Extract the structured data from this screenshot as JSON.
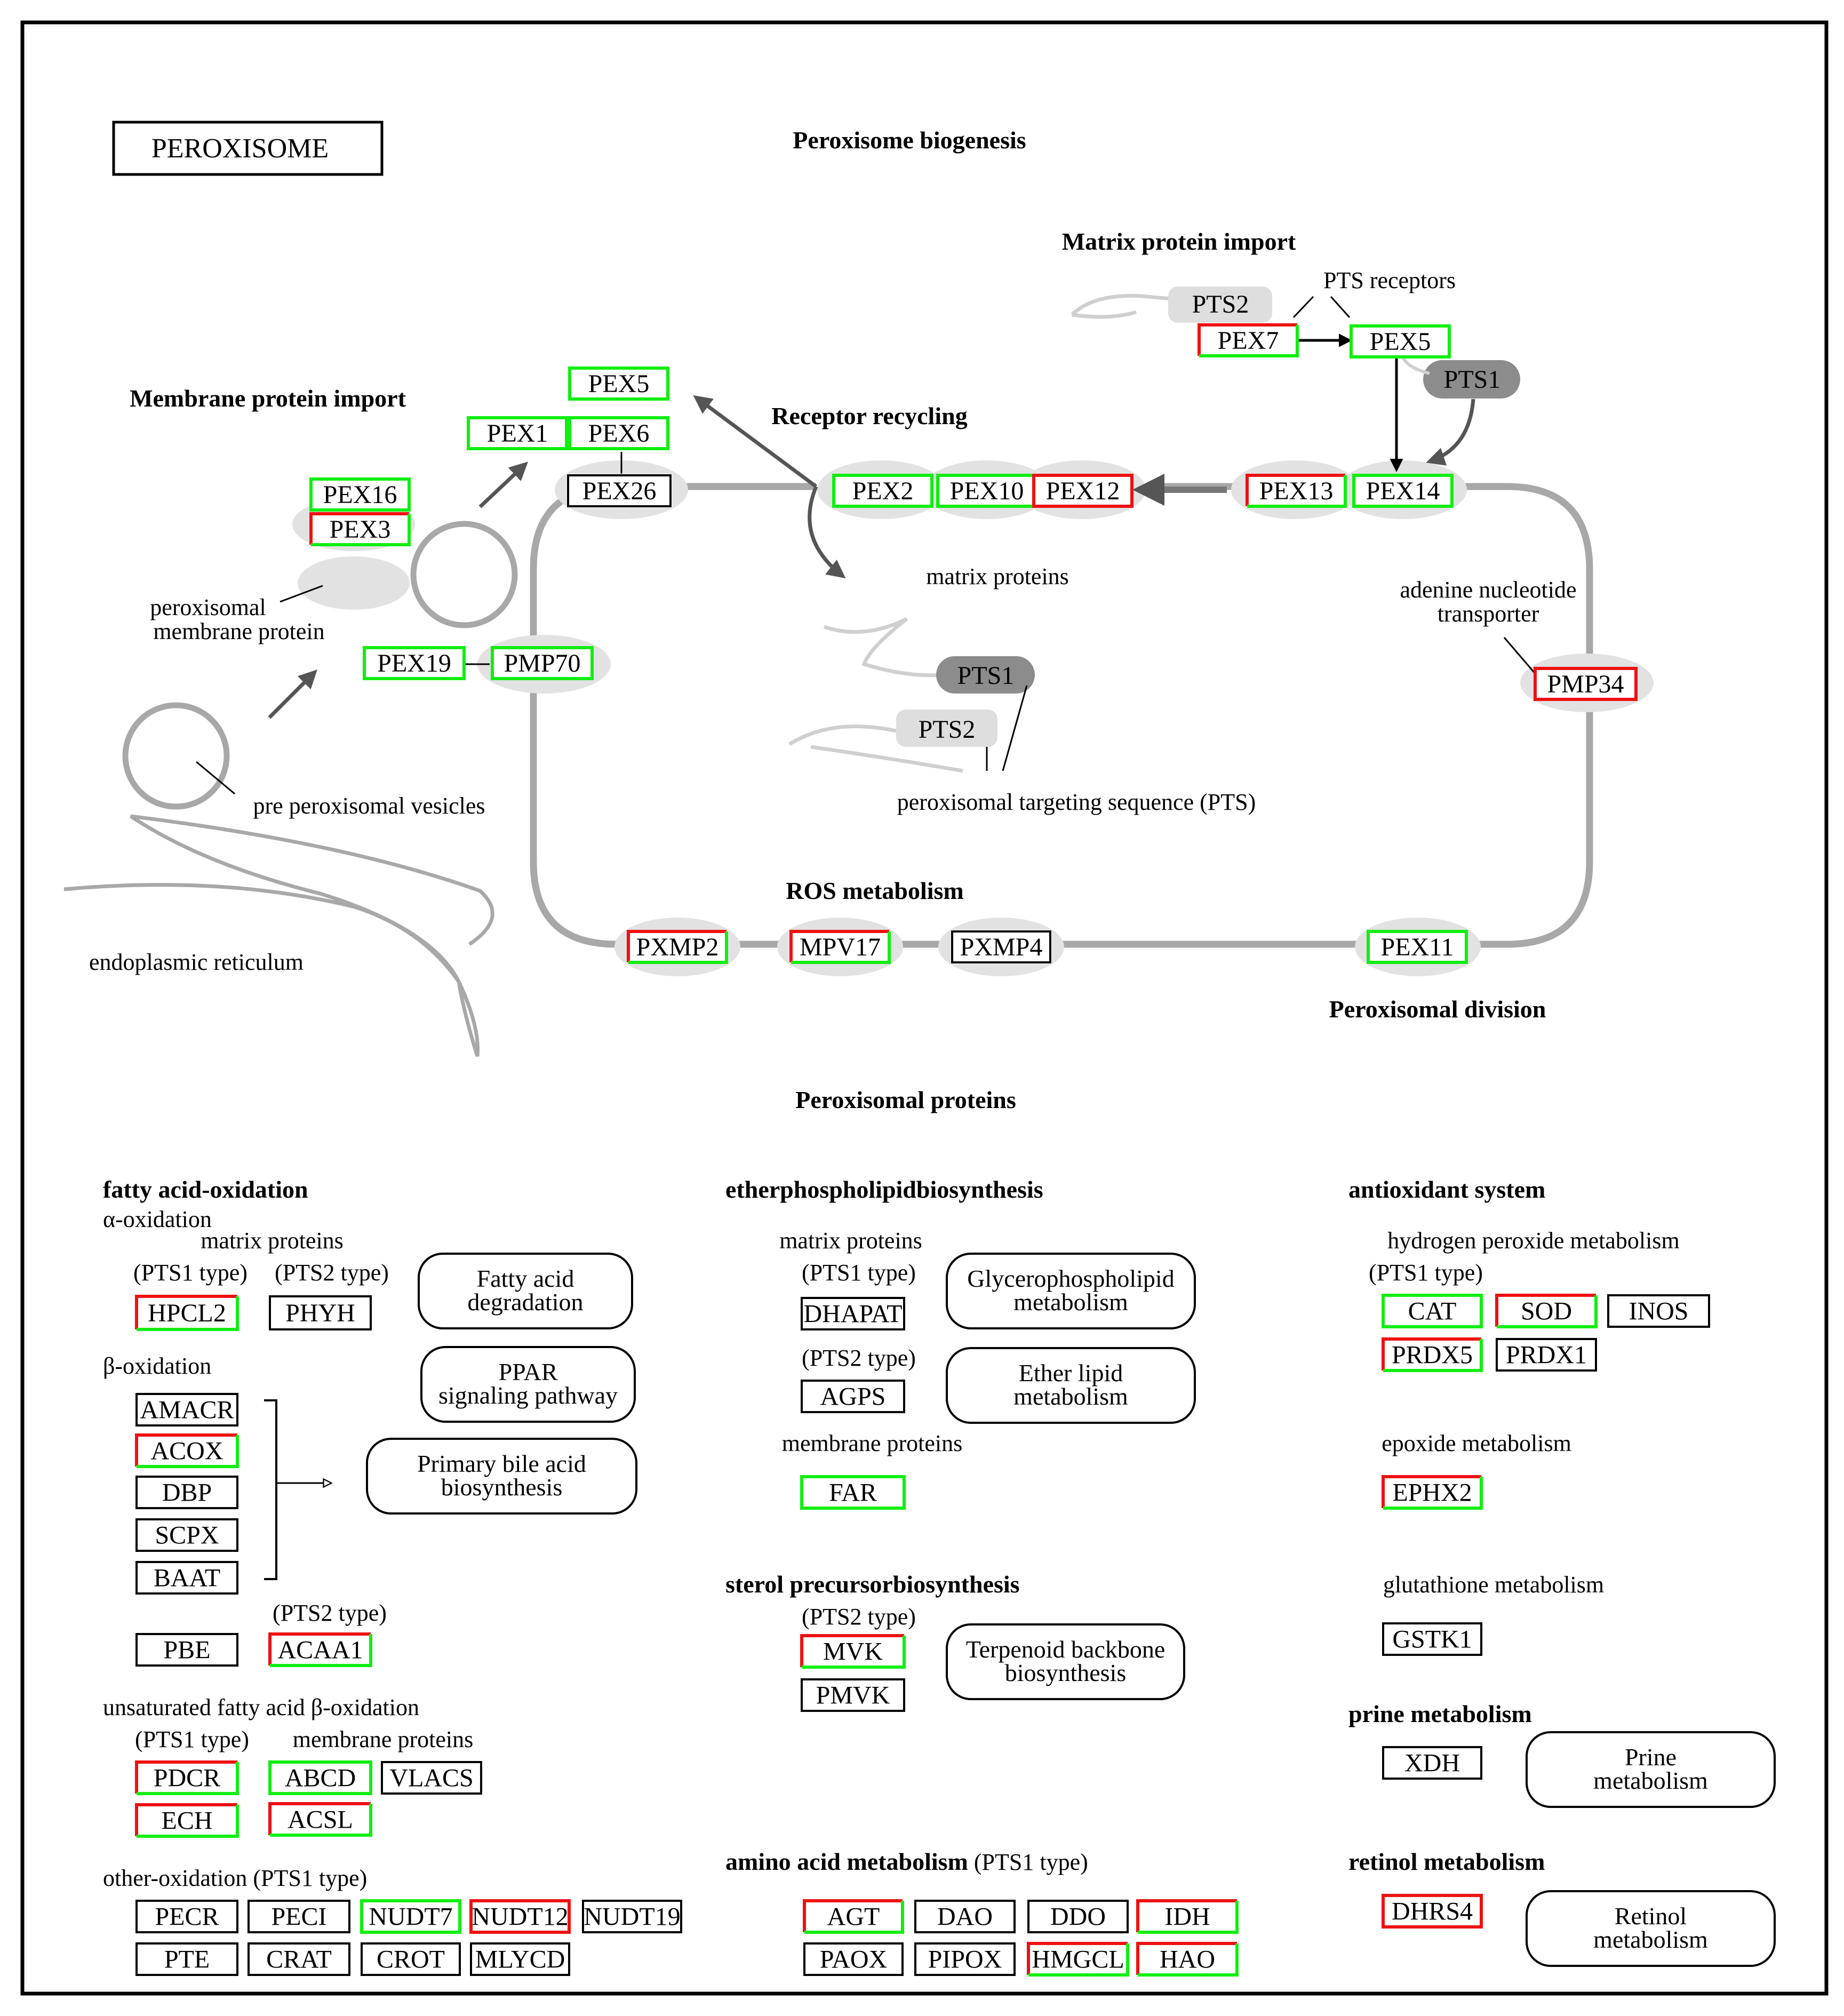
{
  "title": "PEROXISOME",
  "colors": {
    "red": "#ee1111",
    "green": "#11ee11",
    "black": "#000000",
    "membrane": "#a8a8a8",
    "ellipse": "#e2e2e2",
    "pts1": "#8c8c8c",
    "pts2": "#dedede"
  },
  "sections": {
    "biogenesis": "Peroxisome biogenesis",
    "matrix_import": "Matrix protein import",
    "membrane_import": "Membrane protein import",
    "recycling": "Receptor recycling",
    "ros": "ROS metabolism",
    "division": "Peroxisomal division",
    "proteins": "Peroxisomal  proteins"
  },
  "labels": {
    "pts_receptors": "PTS receptors",
    "matrix_proteins": "matrix proteins",
    "adenine_1": "adenine nucleotide",
    "adenine_2": "transporter",
    "pmp_1": "peroxisomal",
    "pmp_2": "membrane protein",
    "pre_vesicles": "pre peroxisomal vesicles",
    "er": "endoplasmic reticulum",
    "pts_seq": "peroxisomal targeting sequence (PTS)",
    "pts1": "PTS1",
    "pts2": "PTS2"
  },
  "diagram_genes": [
    {
      "id": "PEX5a",
      "label": "PEX5",
      "style": "G"
    },
    {
      "id": "PEX1",
      "label": "PEX1",
      "style": "G"
    },
    {
      "id": "PEX6",
      "label": "PEX6",
      "style": "G"
    },
    {
      "id": "PEX26",
      "label": "PEX26",
      "style": "K"
    },
    {
      "id": "PEX16",
      "label": "PEX16",
      "style": "G"
    },
    {
      "id": "PEX3",
      "label": "PEX3",
      "style": "RG"
    },
    {
      "id": "PEX19",
      "label": "PEX19",
      "style": "G"
    },
    {
      "id": "PMP70",
      "label": "PMP70",
      "style": "G"
    },
    {
      "id": "PEX2",
      "label": "PEX2",
      "style": "G"
    },
    {
      "id": "PEX10",
      "label": "PEX10",
      "style": "G"
    },
    {
      "id": "PEX12",
      "label": "PEX12",
      "style": "R"
    },
    {
      "id": "PEX13",
      "label": "PEX13",
      "style": "RG"
    },
    {
      "id": "PEX14",
      "label": "PEX14",
      "style": "G"
    },
    {
      "id": "PEX7",
      "label": "PEX7",
      "style": "RG"
    },
    {
      "id": "PEX5b",
      "label": "PEX5",
      "style": "G"
    },
    {
      "id": "PMP34",
      "label": "PMP34",
      "style": "R"
    },
    {
      "id": "PXMP2",
      "label": "PXMP2",
      "style": "RG"
    },
    {
      "id": "MPV17",
      "label": "MPV17",
      "style": "RG"
    },
    {
      "id": "PXMP4",
      "label": "PXMP4",
      "style": "K"
    },
    {
      "id": "PEX11",
      "label": "PEX11",
      "style": "G"
    }
  ],
  "fatty_acid": {
    "heading": "fatty acid-oxidation",
    "alpha": "α-oxidation",
    "matrix_proteins": "matrix proteins",
    "pts1_type": "(PTS1 type)",
    "pts2_type": "(PTS2 type)",
    "beta": "β-oxidation",
    "pts2_type_b": "(PTS2 type)",
    "unsat": "unsaturated fatty acid β-oxidation",
    "pts1_type_b": "(PTS1 type)",
    "membrane_proteins": "membrane proteins",
    "other": "other-oxidation (PTS1 type)"
  },
  "ether": {
    "heading": "etherphospholipidbiosynthesis",
    "matrix_proteins": "matrix proteins",
    "pts1_type": "(PTS1 type)",
    "pts2_type": "(PTS2 type)",
    "membrane_proteins": "membrane proteins"
  },
  "sterol": {
    "heading": "sterol precursorbiosynthesis",
    "pts2_type": "(PTS2 type)"
  },
  "amino": {
    "heading": "amino acid metabolism",
    "suffix": " (PTS1 type)"
  },
  "antiox": {
    "heading": "antioxidant system",
    "h2o2": "hydrogen peroxide metabolism",
    "pts1_type": "(PTS1 type)",
    "epoxide": "epoxide metabolism",
    "glutathione": "glutathione metabolism"
  },
  "prine": {
    "heading": "prine metabolism"
  },
  "retinol": {
    "heading": "retinol metabolism"
  },
  "protein_genes": [
    {
      "label": "HPCL2",
      "style": "RG"
    },
    {
      "label": "PHYH",
      "style": "K"
    },
    {
      "label": "AMACR",
      "style": "K"
    },
    {
      "label": "ACOX",
      "style": "RG"
    },
    {
      "label": "DBP",
      "style": "K"
    },
    {
      "label": "SCPX",
      "style": "K"
    },
    {
      "label": "BAAT",
      "style": "K"
    },
    {
      "label": "PBE",
      "style": "K"
    },
    {
      "label": "ACAA1",
      "style": "RG"
    },
    {
      "label": "PDCR",
      "style": "RG"
    },
    {
      "label": "ECH",
      "style": "RG"
    },
    {
      "label": "ABCD",
      "style": "G"
    },
    {
      "label": "VLACS",
      "style": "K"
    },
    {
      "label": "ACSL",
      "style": "RG"
    },
    {
      "label": "PECR",
      "style": "K"
    },
    {
      "label": "PECI",
      "style": "K"
    },
    {
      "label": "NUDT7",
      "style": "G"
    },
    {
      "label": "NUDT12",
      "style": "R"
    },
    {
      "label": "NUDT19",
      "style": "K"
    },
    {
      "label": "PTE",
      "style": "K"
    },
    {
      "label": "CRAT",
      "style": "K"
    },
    {
      "label": "CROT",
      "style": "K"
    },
    {
      "label": "MLYCD",
      "style": "K"
    },
    {
      "label": "DHAPAT",
      "style": "K"
    },
    {
      "label": "AGPS",
      "style": "K"
    },
    {
      "label": "FAR",
      "style": "G"
    },
    {
      "label": "MVK",
      "style": "RG"
    },
    {
      "label": "PMVK",
      "style": "K"
    },
    {
      "label": "AGT",
      "style": "RG"
    },
    {
      "label": "DAO",
      "style": "K"
    },
    {
      "label": "DDO",
      "style": "K"
    },
    {
      "label": "IDH",
      "style": "RG"
    },
    {
      "label": "PAOX",
      "style": "K"
    },
    {
      "label": "PIPOX",
      "style": "K"
    },
    {
      "label": "HMGCL",
      "style": "RG"
    },
    {
      "label": "HAO",
      "style": "RG"
    },
    {
      "label": "CAT",
      "style": "G"
    },
    {
      "label": "SOD",
      "style": "RG"
    },
    {
      "label": "INOS",
      "style": "K"
    },
    {
      "label": "PRDX5",
      "style": "RG"
    },
    {
      "label": "PRDX1",
      "style": "K"
    },
    {
      "label": "EPHX2",
      "style": "RG"
    },
    {
      "label": "GSTK1",
      "style": "K"
    },
    {
      "label": "XDH",
      "style": "K"
    },
    {
      "label": "DHRS4",
      "style": "R"
    }
  ],
  "pathways": [
    {
      "line1": "Fatty acid",
      "line2": "degradation"
    },
    {
      "line1": "PPAR",
      "line2": "signaling pathway"
    },
    {
      "line1": "Primary bile acid",
      "line2": "biosynthesis"
    },
    {
      "line1": "Glycerophospholipid",
      "line2": "metabolism"
    },
    {
      "line1": "Ether lipid",
      "line2": "metabolism"
    },
    {
      "line1": "Terpenoid backbone",
      "line2": "biosynthesis"
    },
    {
      "line1": "Prine",
      "line2": "metabolism"
    },
    {
      "line1": "Retinol",
      "line2": "metabolism"
    }
  ]
}
